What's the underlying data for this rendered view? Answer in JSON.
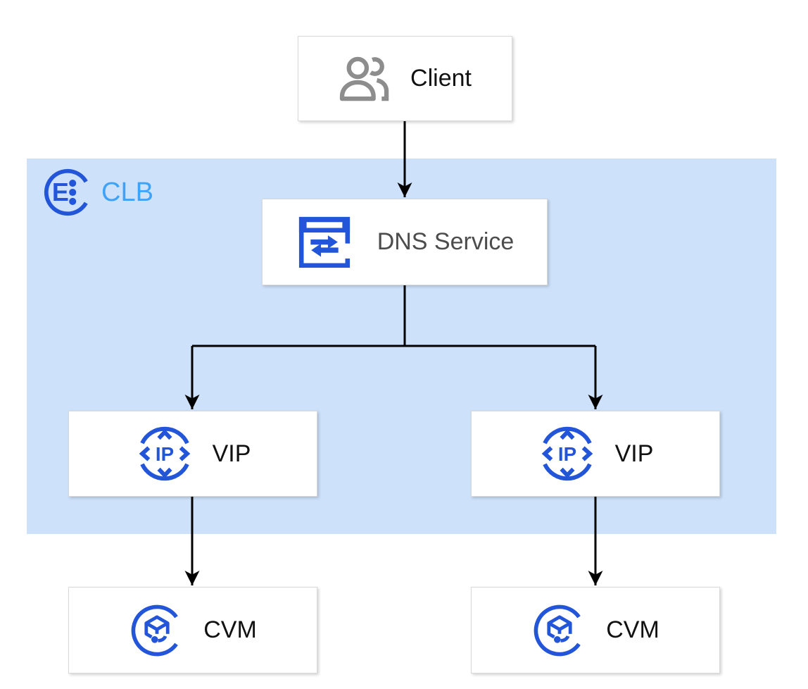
{
  "region": {
    "label": "CLB",
    "icon": "clb-icon"
  },
  "nodes": {
    "client": {
      "label": "Client",
      "icon": "users-icon"
    },
    "dns": {
      "label": "DNS Service",
      "icon": "dns-service-icon"
    },
    "vip_left": {
      "label": "VIP",
      "icon": "vip-ip-icon"
    },
    "vip_right": {
      "label": "VIP",
      "icon": "vip-ip-icon"
    },
    "cvm_left": {
      "label": "CVM",
      "icon": "cvm-icon"
    },
    "cvm_right": {
      "label": "CVM",
      "icon": "cvm-icon"
    }
  },
  "edges": [
    {
      "from": "client",
      "to": "dns"
    },
    {
      "from": "dns",
      "to": "vip_left"
    },
    {
      "from": "dns",
      "to": "vip_right"
    },
    {
      "from": "vip_left",
      "to": "cvm_left"
    },
    {
      "from": "vip_right",
      "to": "cvm_right"
    }
  ],
  "colors": {
    "canvas_bg": "#ffffff",
    "region_bg": "#cde1fb",
    "icon_blue": "#2355d8",
    "clb_label": "#3da2f8",
    "node_bg": "#ffffff",
    "node_border": "#d9d9d9",
    "label_dark": "#111111",
    "dns_label_gray": "#4c4c4c",
    "client_icon_gray": "#8d8d8d",
    "arrow_black": "#000000"
  }
}
